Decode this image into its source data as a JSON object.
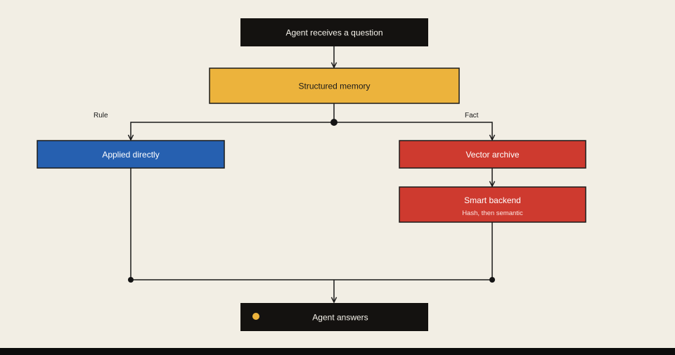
{
  "nodes": {
    "question": {
      "label": "Agent receives a question"
    },
    "memory": {
      "label": "Structured memory"
    },
    "applied": {
      "label": "Applied directly"
    },
    "vector": {
      "label": "Vector archive"
    },
    "backend": {
      "label": "Smart backend",
      "sublabel": "Hash, then semantic"
    },
    "answers": {
      "label": "Agent answers"
    }
  },
  "branches": {
    "left": "Rule",
    "right": "Fact"
  },
  "colors": {
    "background": "#f2eee4",
    "dark": "#141210",
    "amber": "#ecb33c",
    "blue": "#2660b0",
    "red": "#ce3a2f",
    "line": "#1a1a1a"
  }
}
